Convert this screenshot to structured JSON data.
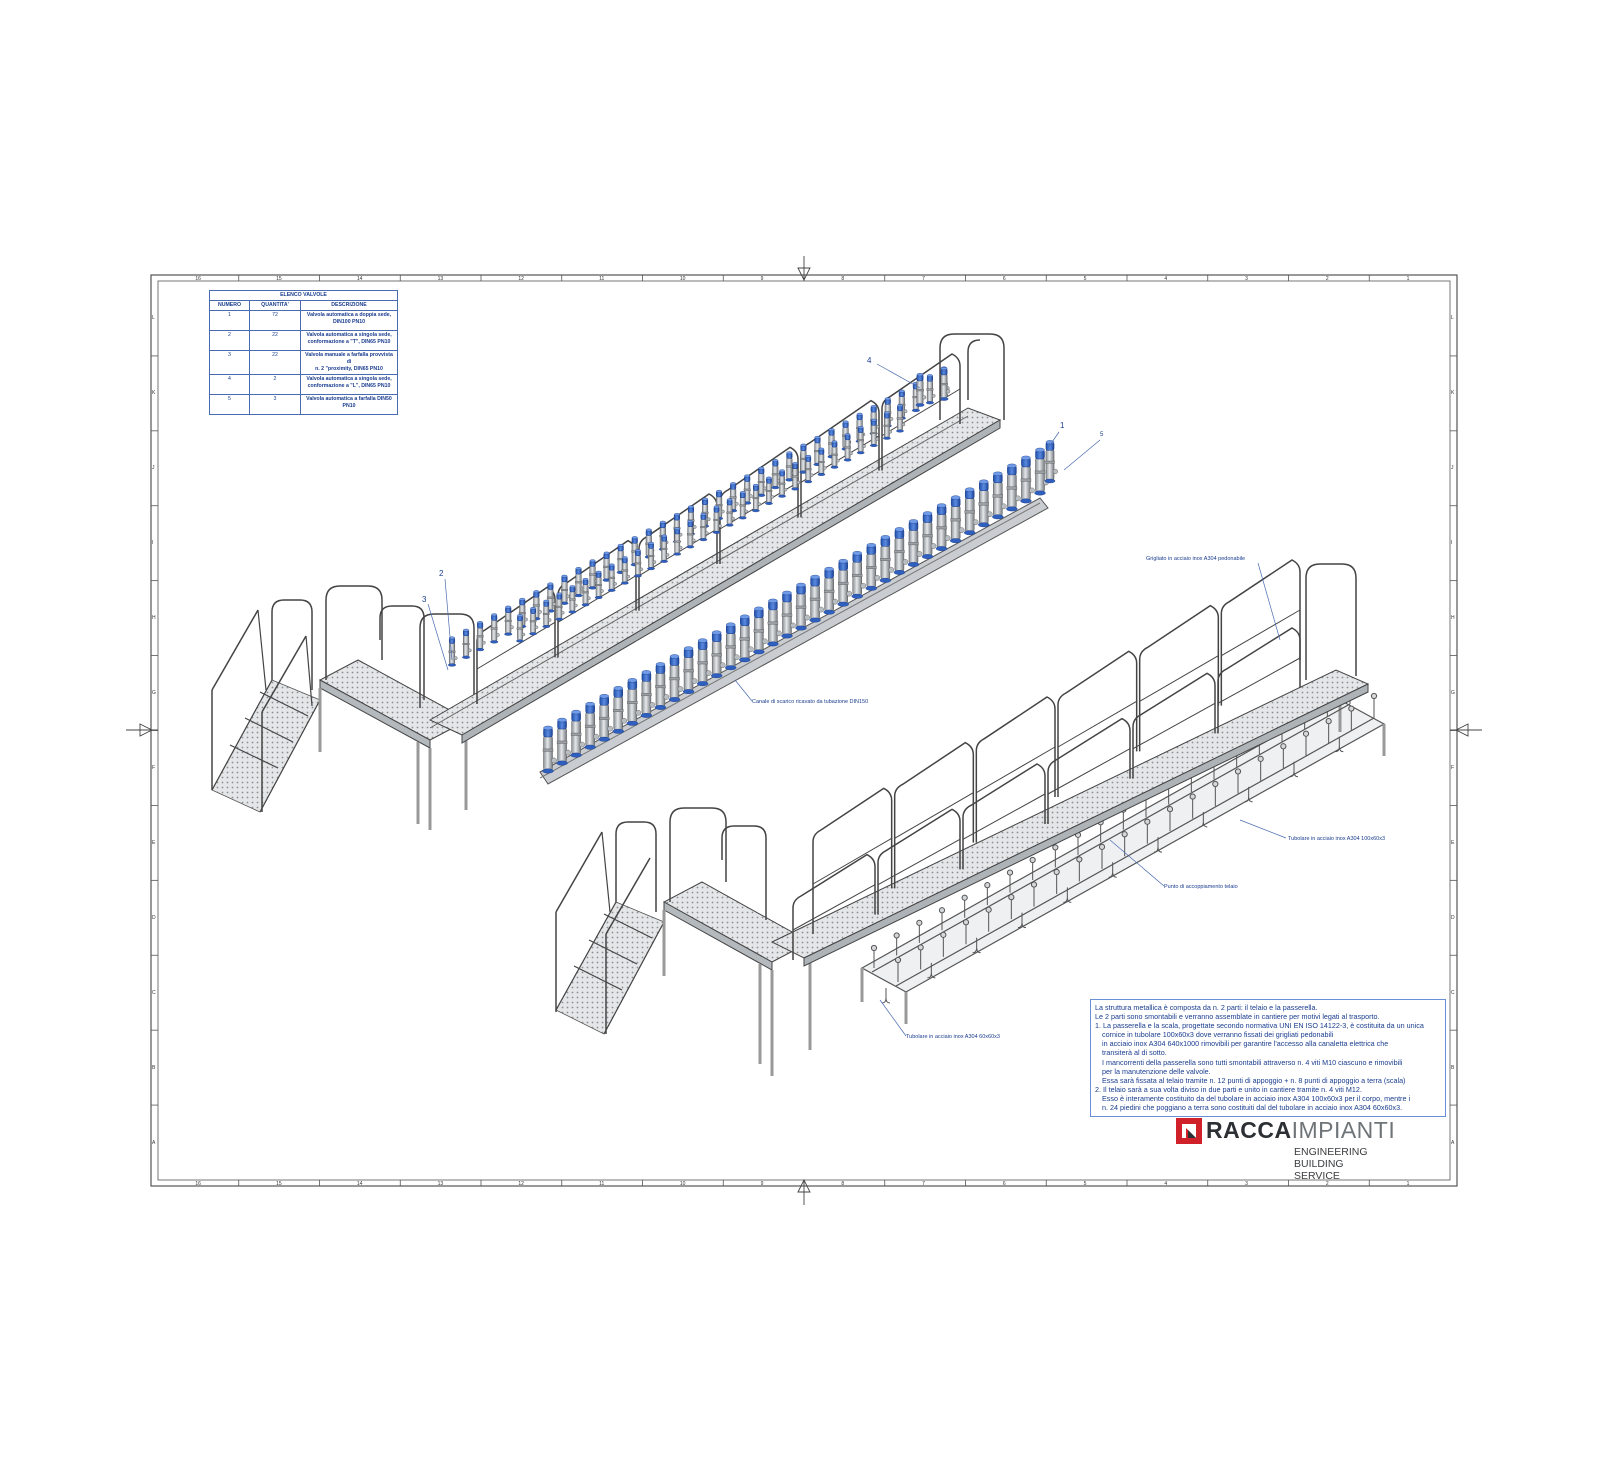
{
  "bom": {
    "title": "ELENCO VALVOLE",
    "headers": [
      "NUMERO",
      "QUANTITA'",
      "DESCRIZIONE"
    ],
    "rows": [
      {
        "num": "1",
        "qty": "72",
        "desc_1": "Valvola automatica a doppia sede,",
        "desc_2": "DIN100 PN10"
      },
      {
        "num": "2",
        "qty": "22",
        "desc_1": "Valvola automatica a singola sede,",
        "desc_2": "conformazione a \"T\", DIN65 PN10"
      },
      {
        "num": "3",
        "qty": "22",
        "desc_1": "Valvola manuale a farfalla provvista di",
        "desc_2": "n. 2 \"proximity, DIN65 PN10"
      },
      {
        "num": "4",
        "qty": "2",
        "desc_1": "Valvola automatica a singola sede,",
        "desc_2": "conformazione a \"L\", DIN65 PN10"
      },
      {
        "num": "5",
        "qty": "3",
        "desc_1": "Valvola automatica a farfalla DIN50",
        "desc_2": "PN10"
      }
    ]
  },
  "callouts": {
    "grigliato": "Grigliato in acciaio inox A304 pedonabile",
    "canale": "Canale di scarico ricavato da tubazione DIN150",
    "tubolare_100": "Tubolare in acciaio inox A304 100x60x3",
    "accoppiamento": "Punto di accoppiamento telaio",
    "tubolare_60": "Tubolare in acciaio inox A304 60x60x3"
  },
  "item_numbers": {
    "n1": "1",
    "n2": "2",
    "n3": "3",
    "n4": "4",
    "n5": "5"
  },
  "notes": [
    "La struttura metallica è composta da n. 2 parti: il telaio e la passerella.",
    "Le 2 parti sono smontabili e verranno assemblate in cantiere per motivi legati al trasporto.",
    "1. La passerella e la scala, progettate secondo normativa UNI EN ISO 14122-3, è costituita da un unica",
    "cornice in tubolare 100x60x3 dove verranno fissati dei grigliati pedonabili",
    "in acciaio inox A304 640x1000 rimovibili per garantire l'accesso alla canaletta elettrica che",
    "transiterà al di sotto.",
    "I mancorrenti della passerella sono tutti smontabili attraverso n. 4 viti M10 ciascuno e rimovibili",
    "per la manutenzione delle valvole.",
    "Essa sarà fissata al telaio tramite n. 12 punti di appoggio + n. 8 punti di appoggio a terra (scala)",
    "2. Il telaio sarà a sua volta diviso in due parti e unito in cantiere tramite n. 4 viti M12.",
    "Esso è interamente costituito da del tubolare in acciaio inox A304 100x60x3 per il corpo, mentre i",
    "n. 24 piedini che poggiano a terra sono costituiti dal del tubolare in acciaio inox A304 60x60x3."
  ],
  "logo": {
    "brand_bold": "RACCA",
    "brand_light": "IMPIANTI",
    "tag1": "ENGINEERING",
    "tag2": "BUILDING",
    "tag3": "SERVICE",
    "red": "#d0202a",
    "dark": "#2c2f33"
  },
  "frame": {
    "col_labels": [
      "16",
      "15",
      "14",
      "13",
      "12",
      "11",
      "10",
      "9",
      "8",
      "7",
      "6",
      "5",
      "4",
      "3",
      "2",
      "1"
    ],
    "row_labels": [
      "L",
      "K",
      "J",
      "I",
      "H",
      "G",
      "F",
      "E",
      "D",
      "C",
      "B",
      "A"
    ],
    "line_color": "#555555"
  },
  "colors": {
    "valve_blue": "#3a6fd0",
    "steel": "#c8ccd0",
    "annot": "#1a3d8f"
  }
}
